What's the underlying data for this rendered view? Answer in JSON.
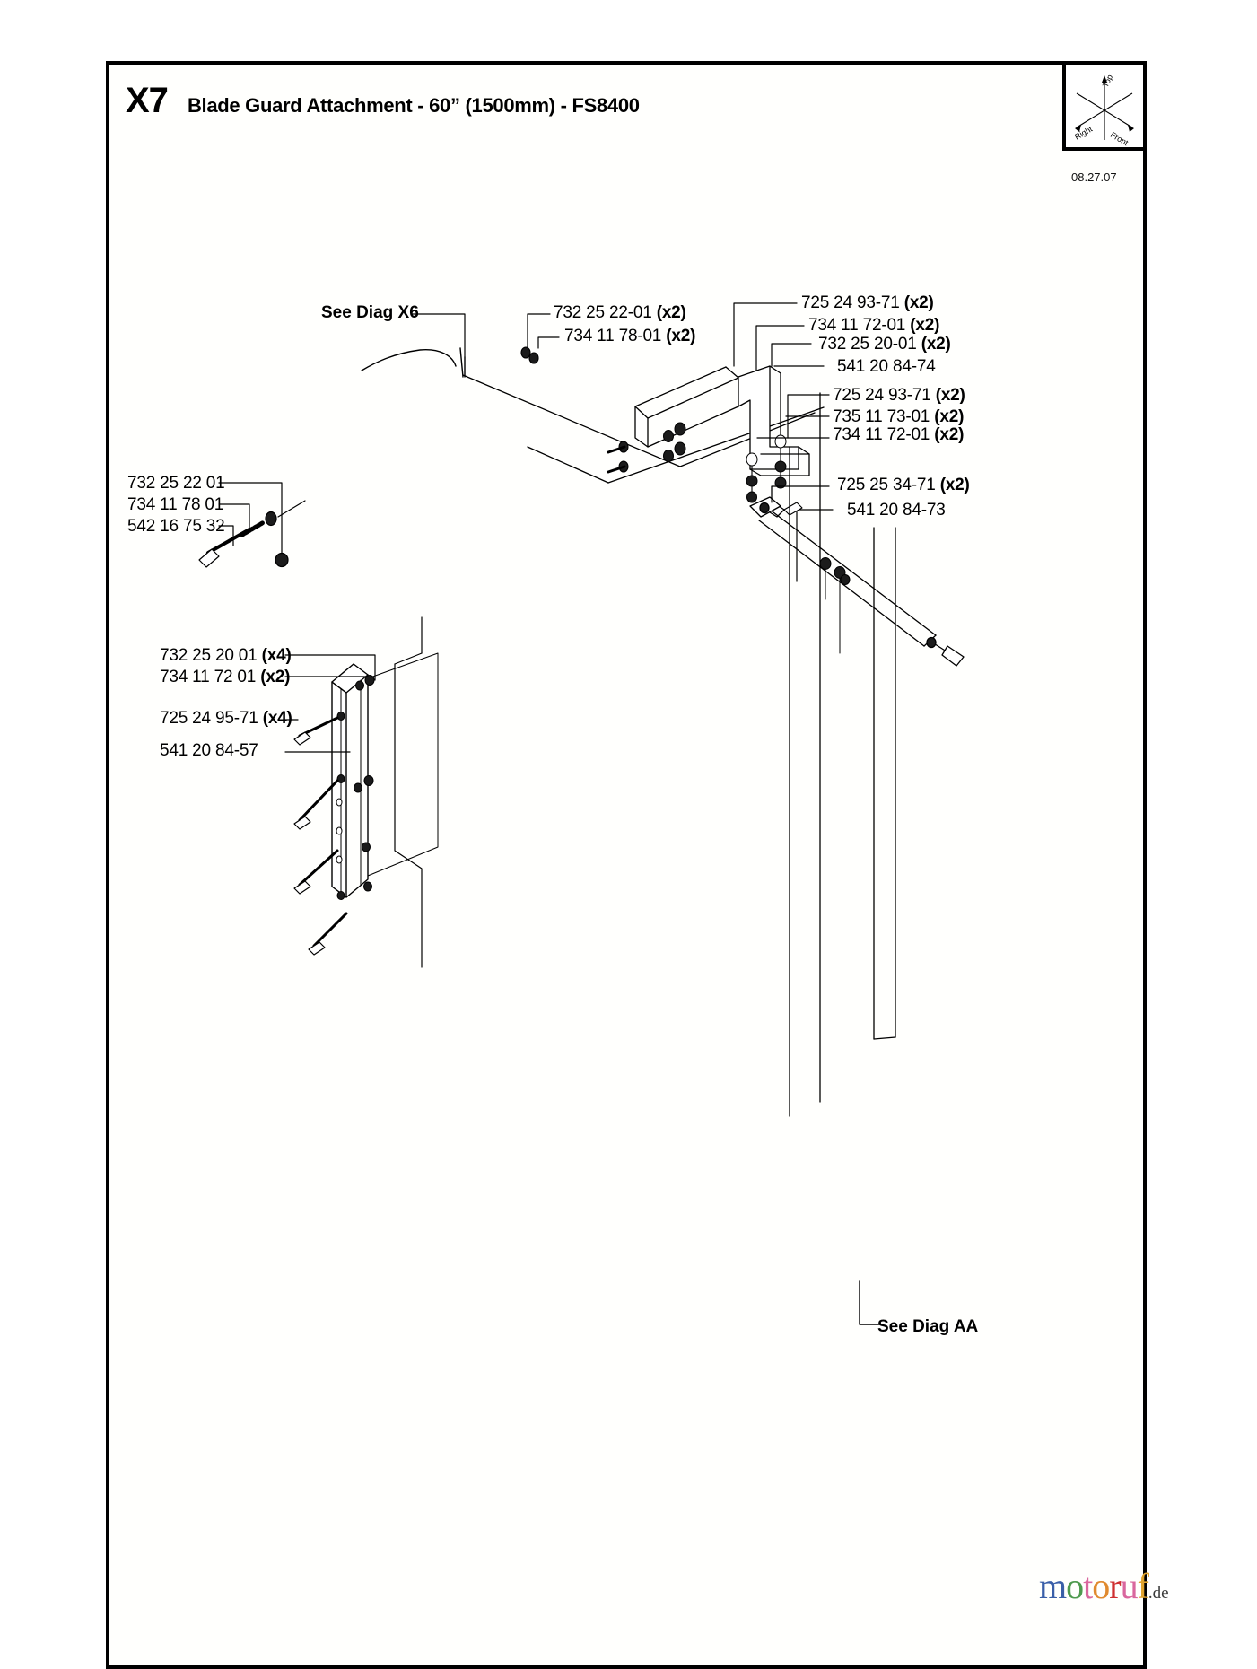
{
  "header": {
    "section_code": "X7",
    "title": "Blade Guard Attachment - 60” (1500mm) - FS8400",
    "date": "08.27.07"
  },
  "compass": {
    "top_label": "Top",
    "right_label": "Right",
    "front_label": "Front"
  },
  "diagram_refs": [
    {
      "name": "see-diag-x6",
      "text": "See Diag X6"
    },
    {
      "name": "see-diag-aa",
      "text": "See Diag AA"
    }
  ],
  "callouts": [
    {
      "name": "callout-732-25-22-01",
      "part": "732 25 22-01",
      "qty": "(x2)"
    },
    {
      "name": "callout-734-11-78-01",
      "part": "734 11 78-01",
      "qty": "(x2)"
    },
    {
      "name": "callout-725-24-93-71-a",
      "part": "725 24 93-71",
      "qty": "(x2)"
    },
    {
      "name": "callout-734-11-72-01-a",
      "part": "734 11 72-01",
      "qty": "(x2)"
    },
    {
      "name": "callout-732-25-20-01",
      "part": "732 25 20-01",
      "qty": "(x2)"
    },
    {
      "name": "callout-541-20-84-74",
      "part": "541 20 84-74",
      "qty": ""
    },
    {
      "name": "callout-725-24-93-71-b",
      "part": "725 24 93-71",
      "qty": "(x2)"
    },
    {
      "name": "callout-735-11-73-01",
      "part": "735 11 73-01",
      "qty": "(x2)"
    },
    {
      "name": "callout-734-11-72-01-b",
      "part": "734 11 72-01",
      "qty": "(x2)"
    },
    {
      "name": "callout-725-25-34-71",
      "part": "725 25 34-71",
      "qty": "(x2)"
    },
    {
      "name": "callout-541-20-84-73",
      "part": "541 20 84-73",
      "qty": ""
    },
    {
      "name": "callout-732-25-22-01-left",
      "part": "732 25 22 01",
      "qty": ""
    },
    {
      "name": "callout-734-11-78-01-left",
      "part": "734 11 78 01",
      "qty": ""
    },
    {
      "name": "callout-542-16-75-32",
      "part": "542 16 75 32",
      "qty": ""
    },
    {
      "name": "callout-732-25-20-01-lower",
      "part": "732 25 20 01",
      "qty": "(x4)"
    },
    {
      "name": "callout-734-11-72-01-lower",
      "part": "734 11 72 01",
      "qty": "(x2)"
    },
    {
      "name": "callout-725-24-95-71",
      "part": "725 24 95-71",
      "qty": "(x4)"
    },
    {
      "name": "callout-541-20-84-57",
      "part": "541 20 84-57",
      "qty": ""
    }
  ],
  "watermark": {
    "letters": [
      {
        "char": "m",
        "color": "#3a5fa8"
      },
      {
        "char": "o",
        "color": "#4e9a4e"
      },
      {
        "char": "t",
        "color": "#d9679e"
      },
      {
        "char": "o",
        "color": "#e08a2e"
      },
      {
        "char": "r",
        "color": "#cf3030"
      },
      {
        "char": "u",
        "color": "#d9679e"
      },
      {
        "char": "f",
        "color": "#e0a32e"
      }
    ],
    "suffix": ".de"
  }
}
